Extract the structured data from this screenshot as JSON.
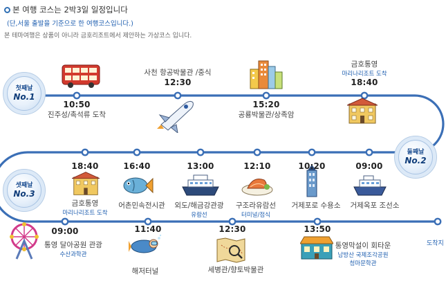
{
  "notice": {
    "line1": "본 여행 코스는 2박3일 일정입니다",
    "line2": "(단,서울 출발을 기준으로 한 여행코스입니다.)",
    "line3": "본 테마여행은 상품이 아니라 금호리조트에서 제안하는 가상코스 입니다."
  },
  "days": [
    {
      "label": "첫째날",
      "number": "No.1"
    },
    {
      "label": "둘째날",
      "number": "No.2"
    },
    {
      "label": "셋째날",
      "number": "No.3"
    }
  ],
  "day1": [
    {
      "time": "10:50",
      "place": "진주성/촉석류 도착",
      "sub": "",
      "icon": "double-decker-bus-icon"
    },
    {
      "time": "12:30",
      "place": "사천 항공박물관 /중식",
      "sub": "",
      "icon": "space-shuttle-icon"
    },
    {
      "time": "15:20",
      "place": "공룡박물관/상족암",
      "sub": "",
      "icon": "city-buildings-icon"
    },
    {
      "time": "18:40",
      "place": "금호통영",
      "sub": "마리나리조트 도착",
      "icon": "resort-building-icon"
    }
  ],
  "day2": [
    {
      "time": "18:40",
      "place": "금호통영",
      "sub": "마리나리조트 도착",
      "icon": "resort-building-icon"
    },
    {
      "time": "16:40",
      "place": "어촌민속전시관",
      "sub": "",
      "icon": "fish-icon"
    },
    {
      "time": "13:00",
      "place": "외도/해금강관광",
      "sub": "유람선",
      "icon": "cruise-ship-icon"
    },
    {
      "time": "12:10",
      "place": "구조라유람선",
      "sub": "터미널/점식",
      "icon": "seafood-dish-icon"
    },
    {
      "time": "10:20",
      "place": "거제포로 수용소",
      "sub": "",
      "icon": "tower-icon"
    },
    {
      "time": "09:00",
      "place": "거제옥포 조선소",
      "sub": "",
      "icon": "ship-icon"
    }
  ],
  "day3": [
    {
      "time": "09:00",
      "place": "통영 달아공원 관광",
      "sub": "수산과학관",
      "icon": "amusement-ride-icon"
    },
    {
      "time": "11:40",
      "place": "해저터널",
      "sub": "",
      "icon": "diver-icon"
    },
    {
      "time": "12:30",
      "place": "세병관/향토박물관",
      "sub": "",
      "icon": "treasure-map-icon"
    },
    {
      "time": "13:50",
      "place": "통영막설이 회타운",
      "sub": "남방산 국제조각공원",
      "sub2": "청마문학관",
      "icon": "restaurant-building-icon"
    }
  ],
  "end": {
    "label": "도착지"
  },
  "colors": {
    "route": "#3b6fb6",
    "accent": "#1f5fb0"
  }
}
